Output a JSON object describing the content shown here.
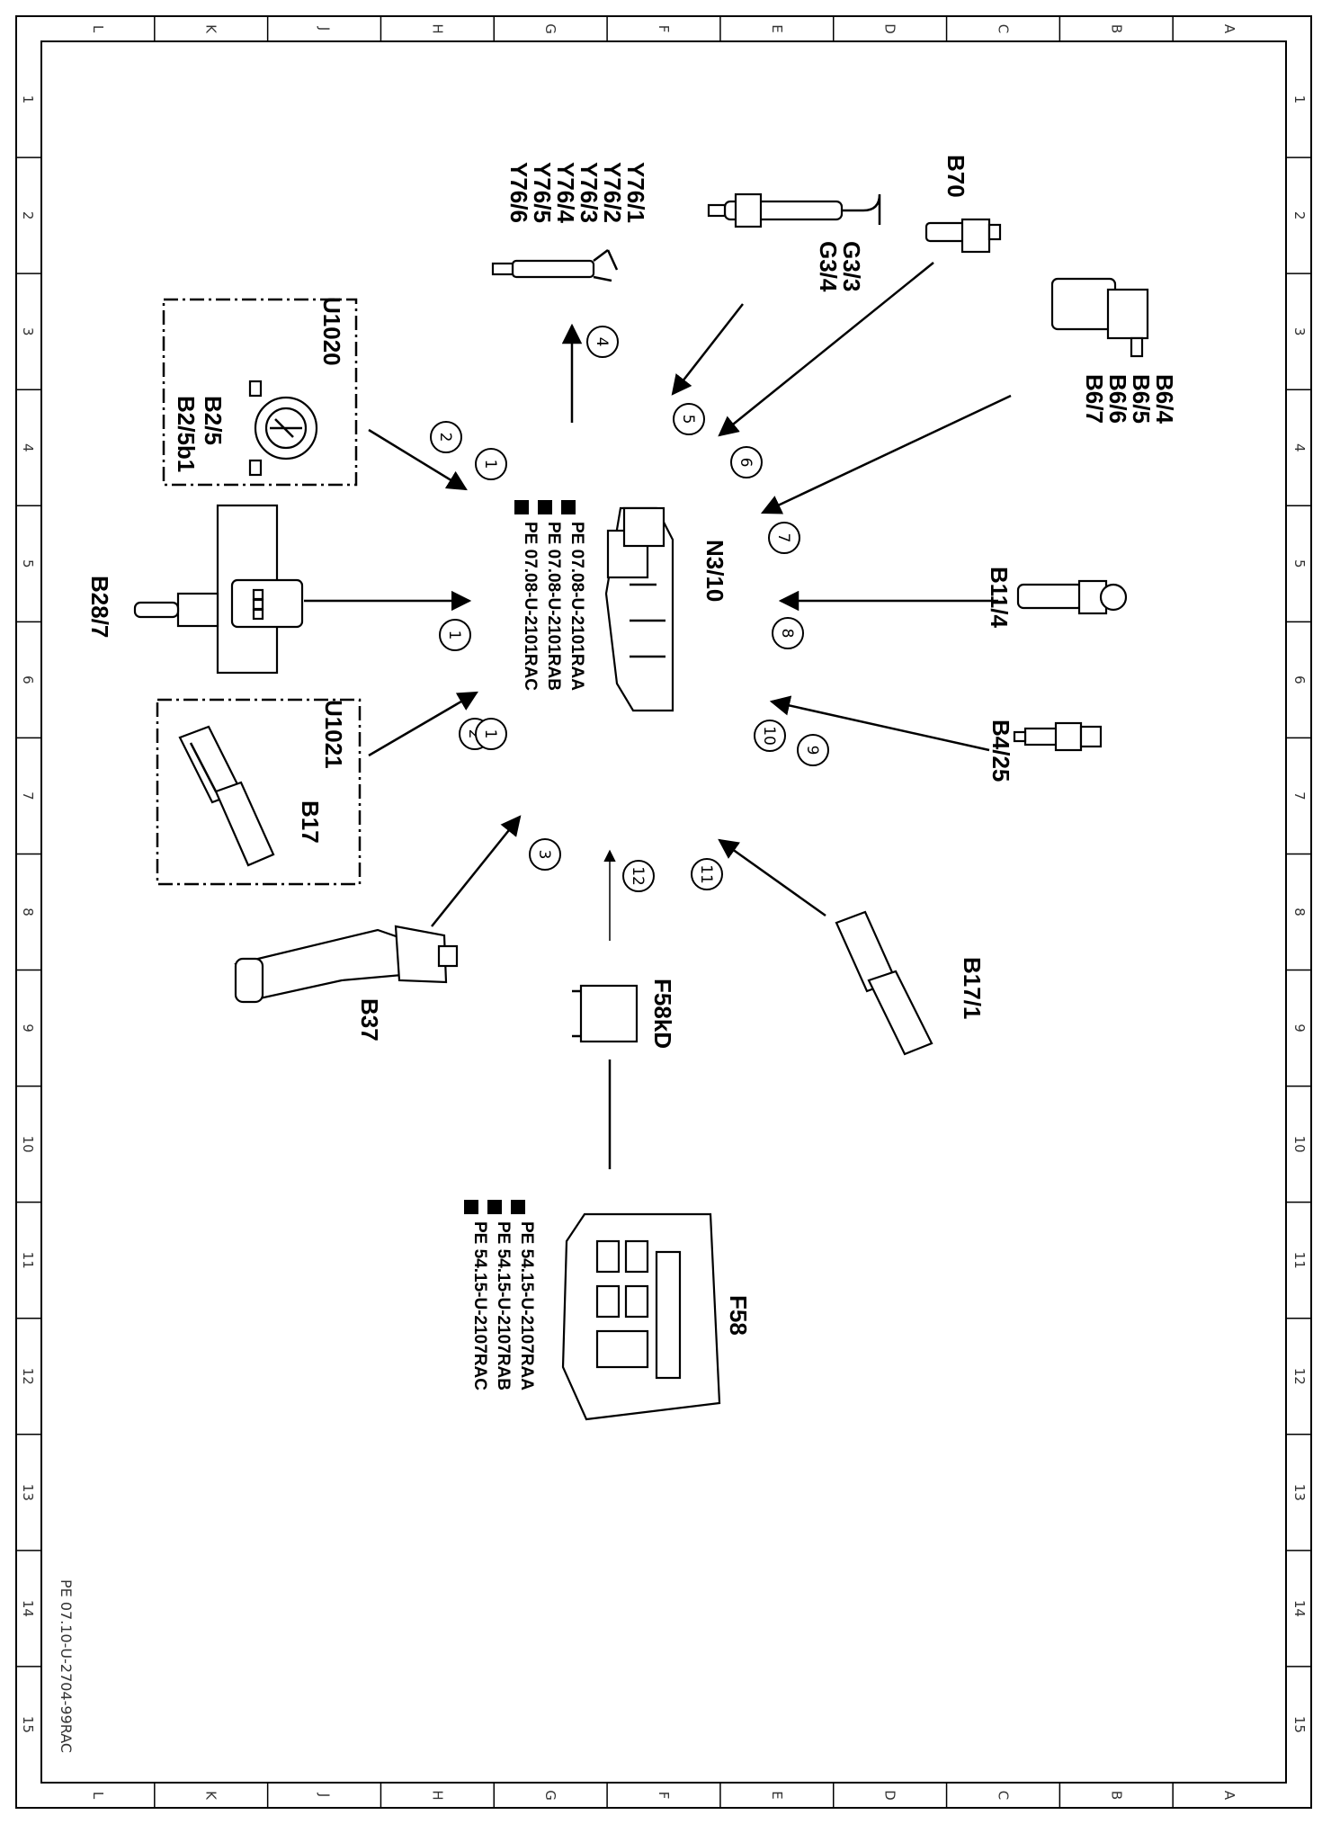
{
  "document_id": "PE 07.10-U-2704-99RAC",
  "grid": {
    "letters": [
      "L",
      "K",
      "J",
      "H",
      "G",
      "F",
      "E",
      "D",
      "C",
      "B",
      "A"
    ],
    "numbers": [
      "1",
      "2",
      "3",
      "4",
      "5",
      "6",
      "7",
      "8",
      "9",
      "10",
      "11",
      "12",
      "13",
      "14",
      "15"
    ]
  },
  "ecu": {
    "label": "N3/10",
    "refs": [
      "PE 07.08-U-2101RAA",
      "PE 07.08-U-2101RAB",
      "PE 07.08-U-2101RAC"
    ]
  },
  "fuse_box": {
    "label": "F58",
    "refs": [
      "PE 54.15-U-2107RAA",
      "PE 54.15-U-2107RAB",
      "PE 54.15-U-2107RAC"
    ]
  },
  "relay": {
    "label": "F58kD"
  },
  "groups": {
    "u1020": {
      "title": "U1020",
      "labels": [
        "B2/5",
        "B2/5b1"
      ]
    },
    "u1021": {
      "title": "U1021",
      "labels": [
        "B17"
      ]
    }
  },
  "components": {
    "injectors": [
      "Y76/1",
      "Y76/2",
      "Y76/3",
      "Y76/4",
      "Y76/5",
      "Y76/6"
    ],
    "o2": [
      "G3/3",
      "G3/4"
    ],
    "b70": "B70",
    "camshaft": [
      "B6/4",
      "B6/5",
      "B6/6",
      "B6/7"
    ],
    "b11_4": "B11/4",
    "b4_25": "B4/25",
    "b17_1": "B17/1",
    "b37": "B37",
    "b28_7": "B28/7"
  },
  "callouts": [
    "1",
    "2",
    "1",
    "2",
    "1",
    "3",
    "4",
    "5",
    "6",
    "7",
    "8",
    "9",
    "10",
    "11",
    "12"
  ]
}
